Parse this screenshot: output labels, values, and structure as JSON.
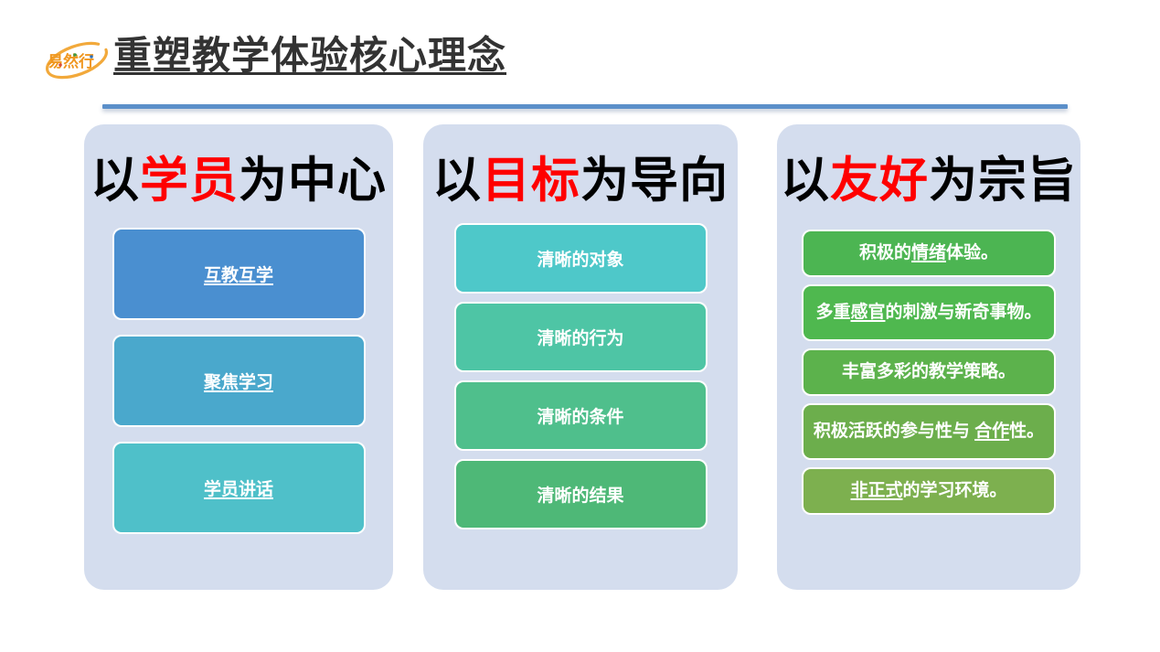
{
  "header": {
    "logo_text": "易然行",
    "logo_icon": "orbit-swoosh-logo",
    "title": "重塑教学体验核心理念",
    "rule_color": "#5b8fc9",
    "title_color": "#333333"
  },
  "theme": {
    "panel_bg": "#d4ddee",
    "highlight_color": "#ff0000",
    "chip_text_color": "#ffffff",
    "page_bg": "#ffffff"
  },
  "columns": [
    {
      "id": "learner-centered",
      "heading": {
        "prefix": "以",
        "highlight": "学员",
        "suffix": "为中心",
        "full": "以学员为中心"
      },
      "chips": [
        {
          "label": "互教互学",
          "color": "#4a8fd0",
          "underline": "all"
        },
        {
          "label": "聚焦学习",
          "color": "#4aa8cc",
          "underline": "all"
        },
        {
          "label": "学员讲话",
          "color": "#4fc0c9",
          "underline": "all"
        }
      ]
    },
    {
      "id": "goal-oriented",
      "heading": {
        "prefix": "以",
        "highlight": "目标",
        "suffix": "为导向",
        "full": "以目标为导向"
      },
      "chips": [
        {
          "label": "清晰的对象",
          "color": "#4ec8c9",
          "underline": "none"
        },
        {
          "label": "清晰的行为",
          "color": "#4ec5a5",
          "underline": "none"
        },
        {
          "label": "清晰的条件",
          "color": "#4fbf8c",
          "underline": "none"
        },
        {
          "label": "清晰的结果",
          "color": "#4eb877",
          "underline": "none"
        }
      ]
    },
    {
      "id": "friendly-purpose",
      "heading": {
        "prefix": "以",
        "highlight": "友好",
        "suffix": "为宗旨",
        "full": "以友好为宗旨"
      },
      "chips": [
        {
          "label": "积极的情绪体验。",
          "pre": "积极的",
          "underlined": "情绪",
          "post": "体验。",
          "color": "#4cb552",
          "lines": 1
        },
        {
          "label": "多重感官的刺激与新奇事物。",
          "pre": "多重",
          "underlined": "感官",
          "post": "的刺激与新奇事物。",
          "color": "#4fb84f",
          "lines": 2
        },
        {
          "label": "丰富多彩的教学策略。",
          "pre": "丰富多彩的教学策略。",
          "underlined": "",
          "post": "",
          "color": "#5cb24c",
          "lines": 1
        },
        {
          "label": "积极活跃的参与性与 合作性。",
          "pre": "积极活跃的参与性与 ",
          "underlined": "合作",
          "post": "性。",
          "color": "#6cae4c",
          "lines": 2
        },
        {
          "label": "非正式的学习环境。",
          "pre": "",
          "underlined": "非正式",
          "post": "的学习环境。",
          "color": "#7db04f",
          "lines": 1
        }
      ]
    }
  ]
}
